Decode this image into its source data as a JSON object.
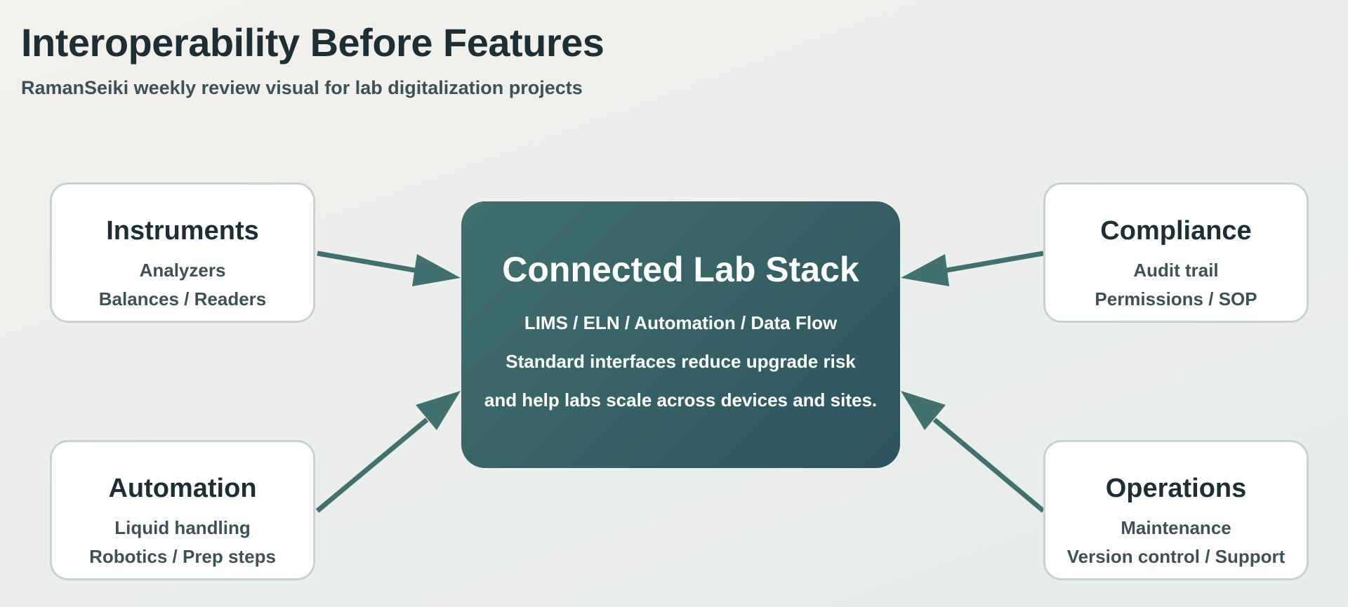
{
  "header": {
    "title": "Interoperability Before Features",
    "subtitle": "RamanSeiki weekly review visual for lab digitalization projects"
  },
  "center": {
    "title": "Connected Lab Stack",
    "lines": [
      "LIMS / ELN / Automation / Data Flow",
      "Standard interfaces reduce upgrade risk",
      "and help labs scale across devices and sites."
    ]
  },
  "nodes": [
    {
      "id": "instruments",
      "title": "Instruments",
      "lines": [
        "Analyzers",
        "Balances / Readers"
      ]
    },
    {
      "id": "compliance",
      "title": "Compliance",
      "lines": [
        "Audit trail",
        "Permissions / SOP"
      ]
    },
    {
      "id": "automation",
      "title": "Automation",
      "lines": [
        "Liquid handling",
        "Robotics / Prep steps"
      ]
    },
    {
      "id": "operations",
      "title": "Operations",
      "lines": [
        "Maintenance",
        "Version control / Support"
      ]
    }
  ],
  "colors": {
    "center_fill_start": "#41706f",
    "center_fill_end": "#2e535d",
    "arrow": "#41706f",
    "box_border": "#c7d2d4",
    "title_text": "#1e2e35",
    "body_text": "#3e5157"
  }
}
